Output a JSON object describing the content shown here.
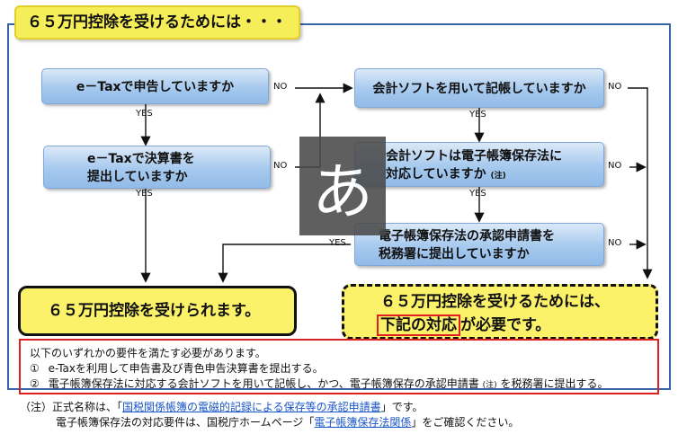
{
  "title": "６５万円控除を受けるためには・・・",
  "questions": {
    "q1": "e－Taxで申告していますか",
    "q2_line1": "e－Taxで決算書を",
    "q2_line2": "提出していますか",
    "q3": "会計ソフトを用いて記帳していますか",
    "q4_line1": "会計ソフトは電子帳簿保存法に",
    "q4_line2": "対応していますか",
    "q4_note": "(注)",
    "q5_line1": "電子帳簿保存法の承認申請書を",
    "q5_line2": "税務署に提出していますか"
  },
  "labels": {
    "yes": "YES",
    "no": "NO"
  },
  "results": {
    "ok": "６５万円控除を受けられます。",
    "need_line1": "６５万円控除を受けるためには、",
    "need_highlight": "下記の対応",
    "need_rest": "が必要です。"
  },
  "requirements": {
    "intro": "以下のいずれかの要件を満たす必要があります。",
    "item1_num": "①",
    "item1": "e-Taxを利用して申告書及び青色申告決算書を提出する。",
    "item2_num": "②",
    "item2_a": "電子帳簿保存法に対応する会計ソフトを用いて記帳し、かつ、電子帳簿保存の承認申請書",
    "item2_note": "(注)",
    "item2_b": "を税務署に提出する。"
  },
  "footnote": {
    "marker": "（注）",
    "line1_a": "正式名称は、「",
    "line1_link": "国税関係帳簿の電磁的記録による保存等の承認申請書",
    "line1_b": "」です。",
    "line2_a": "電子帳簿保存法の対応要件は、国税庁ホームページ「",
    "line2_link": "電子帳簿保存法関係",
    "line2_b": "」をご確認ください。"
  },
  "overlay_glyph": "あ",
  "colors": {
    "title_bg": "#f6ee58",
    "box_blue": "#a6c9ee",
    "result_yellow": "#fbf26a",
    "frame": "#3a64a8",
    "alert_red": "#e02020",
    "link": "#1a56c8"
  }
}
